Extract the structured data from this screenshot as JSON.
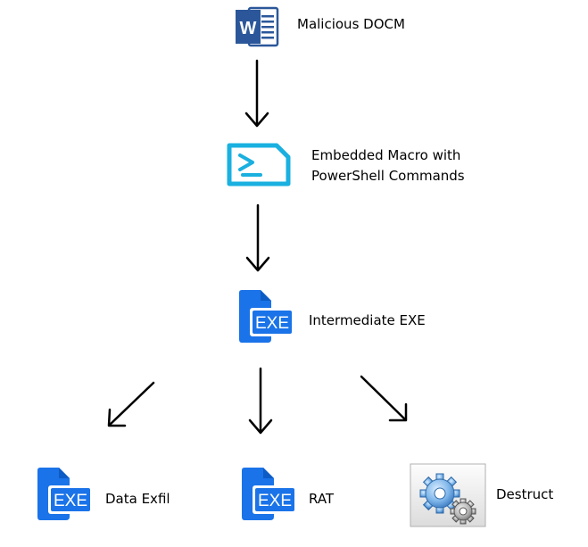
{
  "nodes": {
    "docm": {
      "label": "Malicious DOCM",
      "icon": "word-document-icon",
      "icon_letter": "W"
    },
    "macro": {
      "label_line1": "Embedded Macro with",
      "label_line2": "PowerShell Commands",
      "icon": "powershell-icon",
      "icon_text": ">_"
    },
    "intermediate": {
      "label": "Intermediate EXE",
      "icon": "exe-file-icon",
      "icon_text": "EXE"
    },
    "exfil": {
      "label": "Data Exfil",
      "icon": "exe-file-icon",
      "icon_text": "EXE"
    },
    "rat": {
      "label": "RAT",
      "icon": "exe-file-icon",
      "icon_text": "EXE"
    },
    "destruct": {
      "label": "Destruct",
      "icon": "gears-icon"
    }
  },
  "colors": {
    "word_blue": "#2b579a",
    "word_dark": "#1e3f78",
    "powershell_cyan": "#1ab0e0",
    "exe_blue": "#1a73e8",
    "exe_dark": "#0d5bc4",
    "arrow": "#000000"
  }
}
